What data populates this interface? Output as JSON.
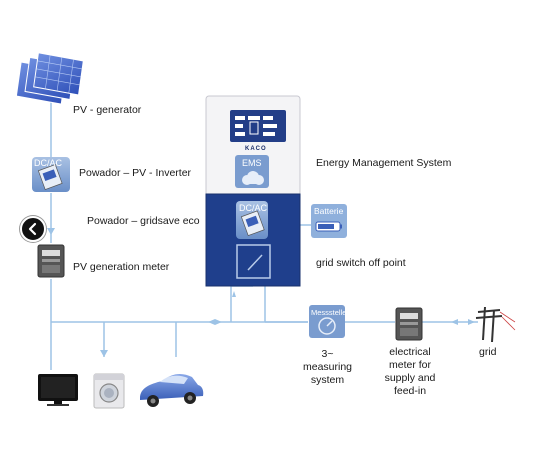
{
  "labels": {
    "pv_generator": "PV - generator",
    "inverter": "Powador – PV - Inverter",
    "gridsave": "Powador – gridsave eco",
    "pv_meter": "PV generation meter",
    "ems_system": "Energy Management System",
    "grid_switch": "grid switch off point",
    "measuring_lines": [
      "3~",
      "measuring",
      "system"
    ],
    "electrical_meter_lines": [
      "electrical",
      "meter for",
      "supply and",
      "feed-in"
    ],
    "grid": "grid"
  },
  "icons": {
    "dcac_top": "DC/AC",
    "dcac_gridsave": "DC/AC",
    "ems": "EMS",
    "battery": "Batterie",
    "messstelle": "Messstelle",
    "brand": "KACO"
  },
  "colors": {
    "line": "#9dc3e6",
    "cabinet_dark": "#1f3f8c",
    "icon_blue": "#7da1cf",
    "navy": "#1b2f6b"
  }
}
